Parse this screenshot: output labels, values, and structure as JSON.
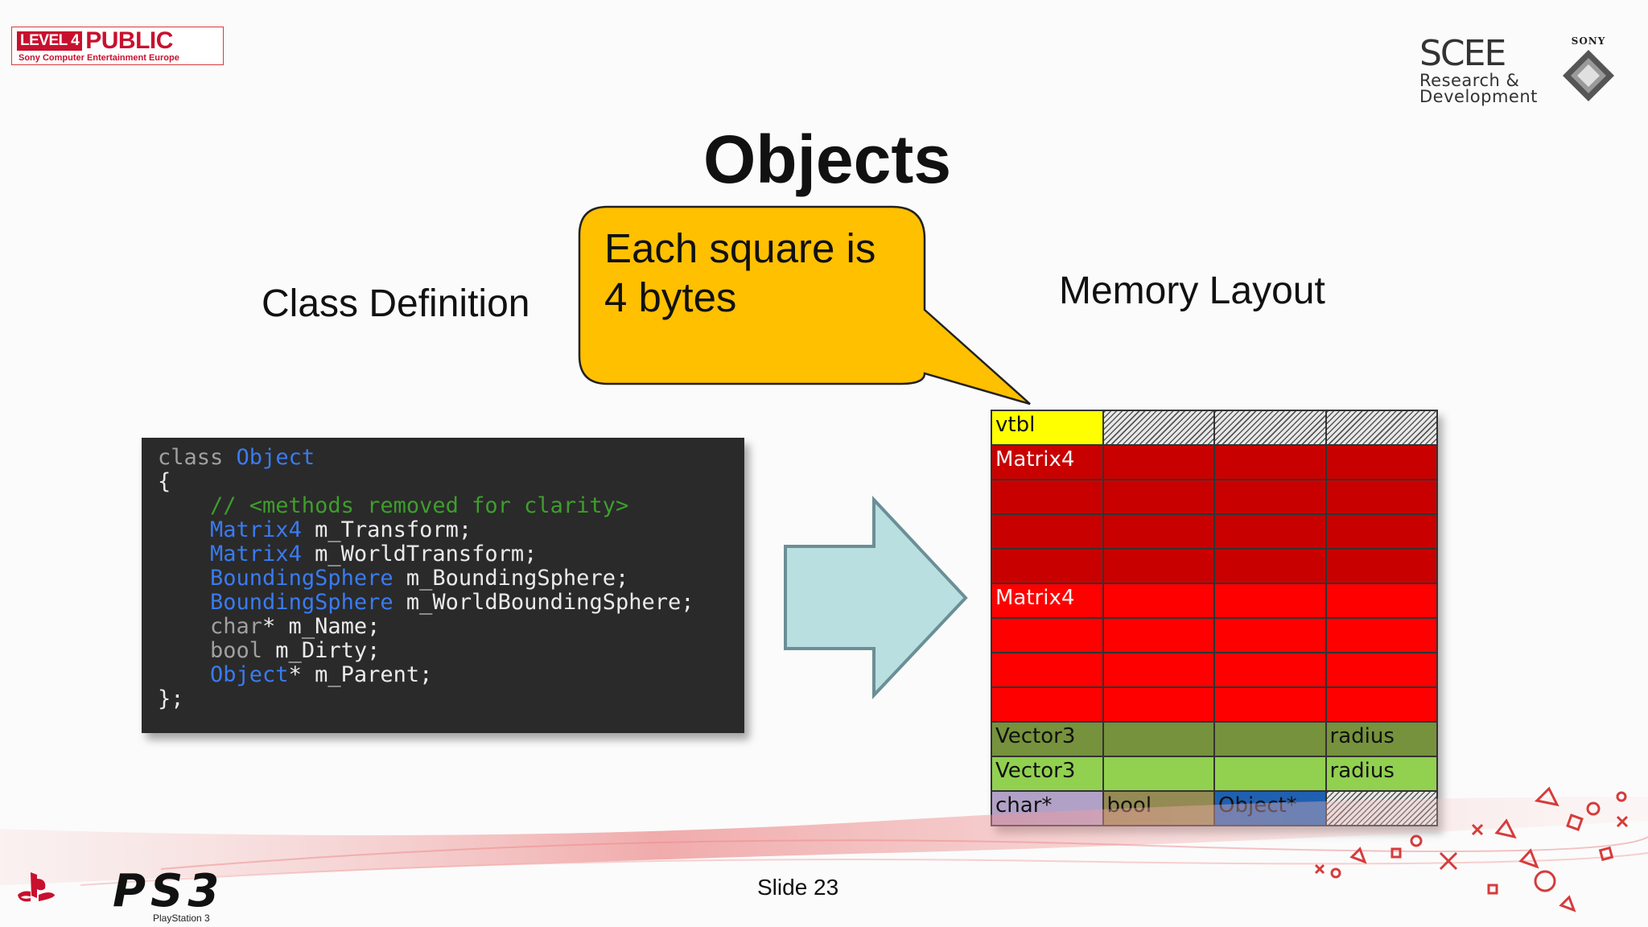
{
  "header": {
    "badge_level": "LEVEL 4",
    "badge_public": "PUBLIC",
    "badge_sub": "Sony Computer Entertainment Europe",
    "scee_big": "SCEE",
    "scee_line2": "Research &",
    "scee_line3": "Development",
    "sony_brand": "SONY"
  },
  "slide": {
    "title": "Objects",
    "left_heading": "Class Definition",
    "right_heading": "Memory Layout",
    "callout_line1": "Each square is",
    "callout_line2": "4 bytes",
    "slide_number": "Slide 23"
  },
  "code": {
    "lines": [
      [
        {
          "t": "class ",
          "c": "kw"
        },
        {
          "t": "Object",
          "c": "ty"
        }
      ],
      [
        {
          "t": "{",
          "c": "pl"
        }
      ],
      [
        {
          "t": "    // <methods removed for clarity>",
          "c": "cm"
        }
      ],
      [
        {
          "t": "    ",
          "c": "pl"
        },
        {
          "t": "Matrix4",
          "c": "ty"
        },
        {
          "t": " m_Transform;",
          "c": "pl"
        }
      ],
      [
        {
          "t": "    ",
          "c": "pl"
        },
        {
          "t": "Matrix4",
          "c": "ty"
        },
        {
          "t": " m_WorldTransform;",
          "c": "pl"
        }
      ],
      [
        {
          "t": "    ",
          "c": "pl"
        },
        {
          "t": "BoundingSphere",
          "c": "ty"
        },
        {
          "t": " m_BoundingSphere;",
          "c": "pl"
        }
      ],
      [
        {
          "t": "    ",
          "c": "pl"
        },
        {
          "t": "BoundingSphere",
          "c": "ty"
        },
        {
          "t": " m_WorldBoundingSphere;",
          "c": "pl"
        }
      ],
      [
        {
          "t": "    char",
          "c": "kw"
        },
        {
          "t": "* m_Name;",
          "c": "pl"
        }
      ],
      [
        {
          "t": "    bool",
          "c": "kw"
        },
        {
          "t": " m_Dirty;",
          "c": "pl"
        }
      ],
      [
        {
          "t": "    ",
          "c": "pl"
        },
        {
          "t": "Object",
          "c": "ty"
        },
        {
          "t": "* m_Parent;",
          "c": "pl"
        }
      ],
      [
        {
          "t": "};",
          "c": "pl"
        }
      ]
    ]
  },
  "memory_layout": {
    "rows": [
      [
        {
          "label": "vtbl",
          "color": "#ffff00"
        },
        {
          "label": "",
          "hatch": true
        },
        {
          "label": "",
          "hatch": true
        },
        {
          "label": "",
          "hatch": true
        }
      ],
      [
        {
          "label": "Matrix4",
          "color": "#c80000",
          "light": true
        },
        {
          "label": "",
          "color": "#c80000"
        },
        {
          "label": "",
          "color": "#c80000"
        },
        {
          "label": "",
          "color": "#c80000"
        }
      ],
      [
        {
          "label": "",
          "color": "#c80000"
        },
        {
          "label": "",
          "color": "#c80000"
        },
        {
          "label": "",
          "color": "#c80000"
        },
        {
          "label": "",
          "color": "#c80000"
        }
      ],
      [
        {
          "label": "",
          "color": "#c80000"
        },
        {
          "label": "",
          "color": "#c80000"
        },
        {
          "label": "",
          "color": "#c80000"
        },
        {
          "label": "",
          "color": "#c80000"
        }
      ],
      [
        {
          "label": "",
          "color": "#c80000"
        },
        {
          "label": "",
          "color": "#c80000"
        },
        {
          "label": "",
          "color": "#c80000"
        },
        {
          "label": "",
          "color": "#c80000"
        }
      ],
      [
        {
          "label": "Matrix4",
          "color": "#ff0000",
          "light": true
        },
        {
          "label": "",
          "color": "#ff0000"
        },
        {
          "label": "",
          "color": "#ff0000"
        },
        {
          "label": "",
          "color": "#ff0000"
        }
      ],
      [
        {
          "label": "",
          "color": "#ff0000"
        },
        {
          "label": "",
          "color": "#ff0000"
        },
        {
          "label": "",
          "color": "#ff0000"
        },
        {
          "label": "",
          "color": "#ff0000"
        }
      ],
      [
        {
          "label": "",
          "color": "#ff0000"
        },
        {
          "label": "",
          "color": "#ff0000"
        },
        {
          "label": "",
          "color": "#ff0000"
        },
        {
          "label": "",
          "color": "#ff0000"
        }
      ],
      [
        {
          "label": "",
          "color": "#ff0000"
        },
        {
          "label": "",
          "color": "#ff0000"
        },
        {
          "label": "",
          "color": "#ff0000"
        },
        {
          "label": "",
          "color": "#ff0000"
        }
      ],
      [
        {
          "label": "Vector3",
          "color": "#76923c"
        },
        {
          "label": "",
          "color": "#76923c"
        },
        {
          "label": "",
          "color": "#76923c"
        },
        {
          "label": "radius",
          "color": "#76923c"
        }
      ],
      [
        {
          "label": "Vector3",
          "color": "#92d050"
        },
        {
          "label": "",
          "color": "#92d050"
        },
        {
          "label": "",
          "color": "#92d050"
        },
        {
          "label": "radius",
          "color": "#92d050"
        }
      ],
      [
        {
          "label": "char*",
          "color": "#b2a1c7"
        },
        {
          "label": "bool",
          "color": "#948a54"
        },
        {
          "label": "Object*",
          "color": "#1f60b0"
        },
        {
          "label": "",
          "hatch": true
        }
      ]
    ]
  },
  "colors": {
    "callout_fill": "#ffc000",
    "arrow_fill": "#b9dfe0",
    "code_bg": "#2a2a2a",
    "brand_red": "#c8102e"
  },
  "footer": {
    "ps3_text": "PS3",
    "ps3_sub": "PlayStation 3"
  }
}
